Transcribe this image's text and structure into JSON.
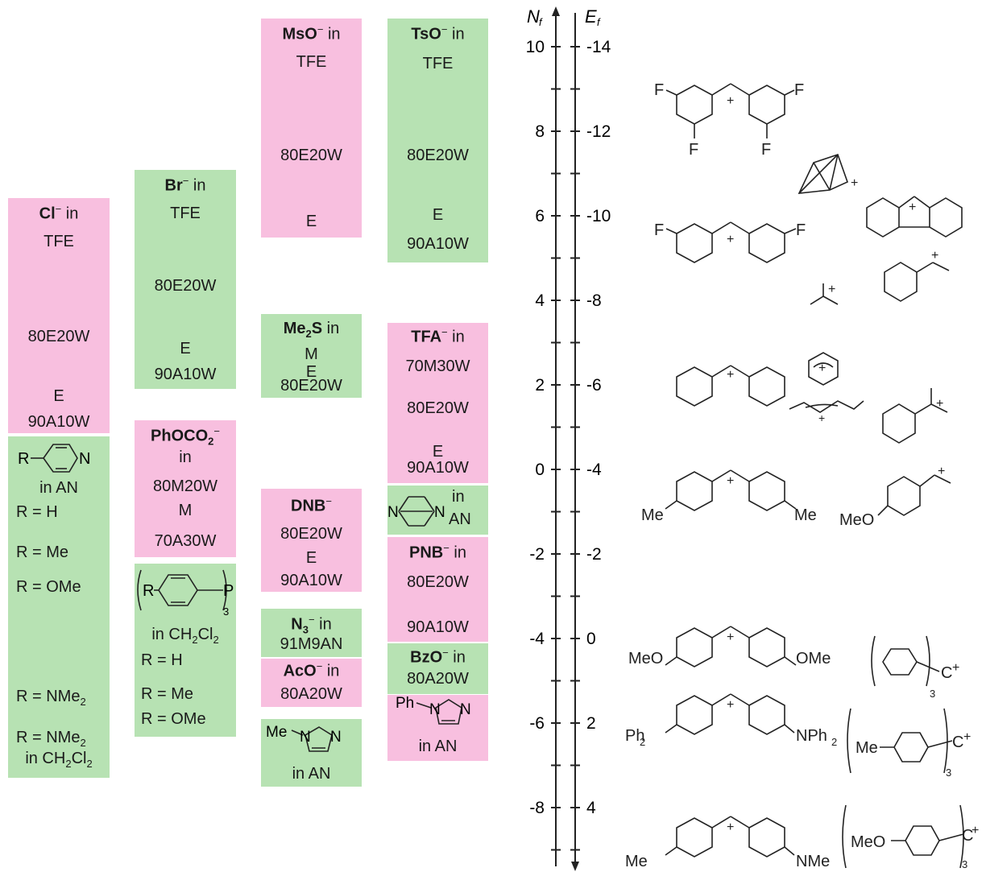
{
  "axes": {
    "nf": {
      "label": "N",
      "sub": "f",
      "ticks": [
        "10",
        "8",
        "6",
        "4",
        "2",
        "0",
        "-2",
        "-4",
        "-6",
        "-8"
      ]
    },
    "ef": {
      "label": "E",
      "sub": "f",
      "ticks": [
        "-14",
        "-12",
        "-10",
        "-8",
        "-6",
        "-4",
        "-2",
        "0",
        "2",
        "4"
      ]
    }
  },
  "columns": {
    "col1": {
      "cl": {
        "ion": "Cl",
        "charge": "−",
        "in": " in",
        "solvents": [
          "TFE",
          "80E20W",
          "E",
          "90A10W"
        ]
      },
      "pyr": {
        "r": "R",
        "n": "N",
        "in": "in AN",
        "rows": [
          "R = H",
          "R = Me",
          "R = OMe",
          "R = NMe",
          "R = NMe"
        ],
        "sub2": "2",
        "ch2cl2": "in CH",
        "cl2": "Cl",
        "two": "2"
      }
    },
    "col2": {
      "br": {
        "ion": "Br",
        "charge": "−",
        "in": " in",
        "solvents": [
          "TFE",
          "80E20W",
          "E",
          "90A10W"
        ]
      },
      "phoco2": {
        "ion": "PhOCO",
        "sub": "2",
        "charge": "−",
        "in": "in",
        "solvents": [
          "80M20W",
          "M",
          "70A30W"
        ]
      },
      "phos": {
        "r": "R",
        "p": "P",
        "three": "3",
        "in": "in CH",
        "cl": "Cl",
        "two": "2",
        "rows": [
          "R = H",
          "R = Me",
          "R = OMe"
        ]
      }
    },
    "col3": {
      "mso": {
        "ion": "MsO",
        "charge": "−",
        "in": " in",
        "solvents": [
          "TFE",
          "80E20W",
          "E"
        ]
      },
      "me2s": {
        "ion": "Me",
        "sub": "2",
        "ion2": "S",
        "in": " in",
        "solvents": [
          "M",
          "E",
          "80E20W"
        ]
      },
      "dnb": {
        "ion": "DNB",
        "charge": "−",
        "solvents": [
          "80E20W",
          "E",
          "90A10W"
        ]
      },
      "n3": {
        "ion": "N",
        "sub": "3",
        "charge": "−",
        "in": " in",
        "solvents": [
          "91M9AN"
        ]
      },
      "aco": {
        "ion": "AcO",
        "charge": "−",
        "in": " in",
        "solvents": [
          "80A20W"
        ]
      },
      "mim": {
        "me": "Me",
        "n1": "N",
        "n2": "N",
        "in": "in AN"
      }
    },
    "col4": {
      "tso": {
        "ion": "TsO",
        "charge": "−",
        "in": " in",
        "solvents": [
          "TFE",
          "80E20W",
          "E",
          "90A10W"
        ]
      },
      "tfa": {
        "ion": "TFA",
        "charge": "−",
        "in": " in",
        "solvents": [
          "70M30W",
          "80E20W",
          "E",
          "90A10W"
        ]
      },
      "dabco": {
        "n1": "N",
        "n2": "N",
        "in": "in",
        "an": "AN"
      },
      "pnb": {
        "ion": "PNB",
        "charge": "−",
        "in": " in",
        "solvents": [
          "80E20W",
          "90A10W"
        ]
      },
      "bzo": {
        "ion": "BzO",
        "charge": "−",
        "in": " in",
        "solvents": [
          "80A20W"
        ]
      },
      "phim": {
        "ph": "Ph",
        "n1": "N",
        "n2": "N",
        "in": "in AN"
      }
    }
  },
  "structure_labels": {
    "f": "F",
    "plus": "+",
    "me": "Me",
    "meo": "MeO",
    "ome": "OMe",
    "ph2n": "Ph",
    "nph2": "NPh",
    "two": "2",
    "me2n": "Me",
    "nme2": "NMe",
    "c": "C",
    "three": "3"
  },
  "colors": {
    "pink": "#f8bfdf",
    "green": "#b7e2b3"
  }
}
